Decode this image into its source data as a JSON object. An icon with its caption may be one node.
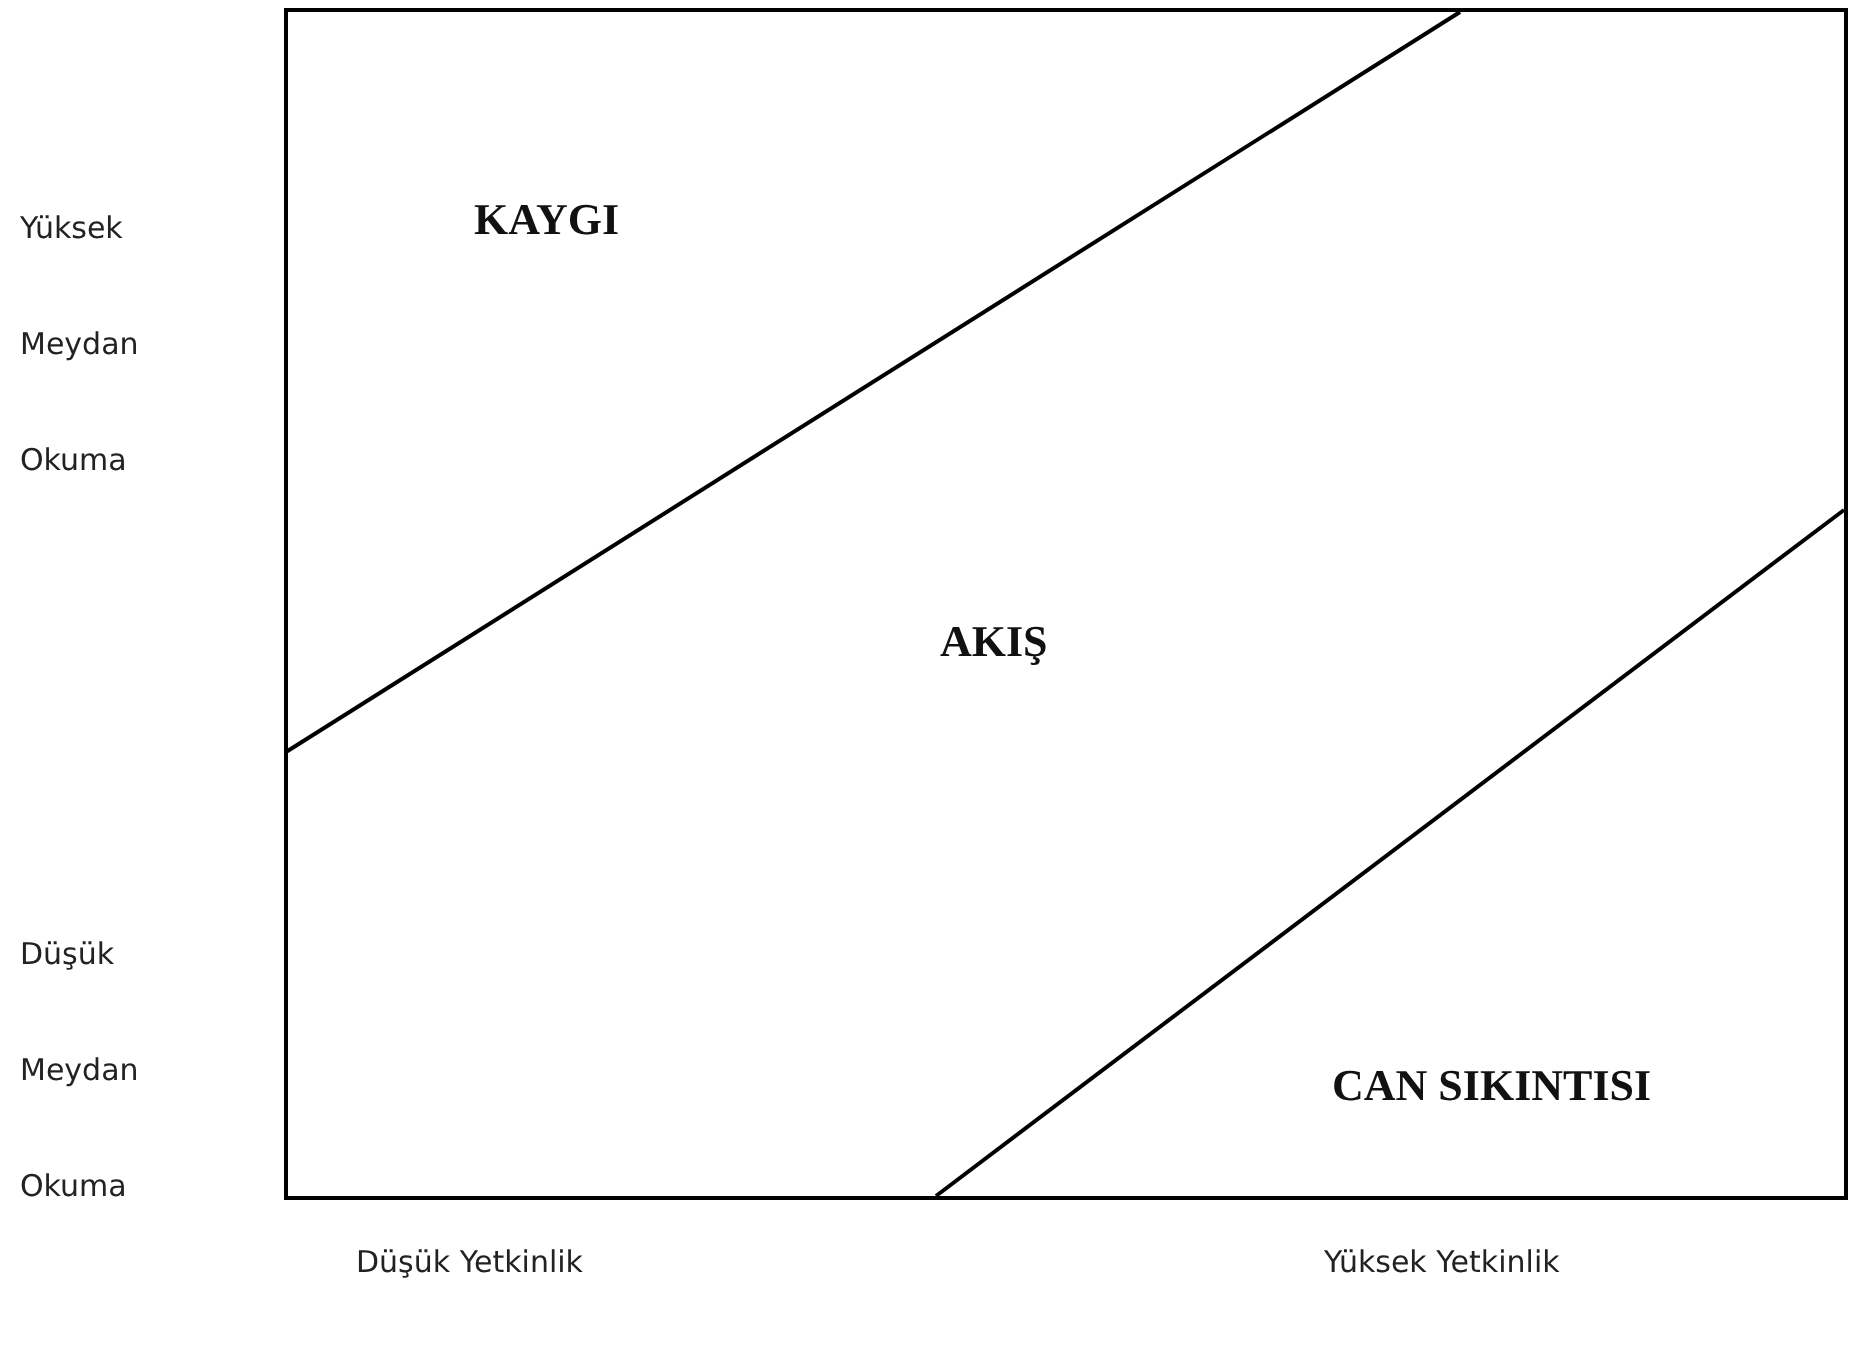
{
  "diagram": {
    "labels": [
      "Yüksek Meydan Okuma",
      "KAYGI",
      "AKIŞ",
      "Düşük Meydan Okuma",
      "CAN SIKINTISI",
      "Düşük Yetkinlik",
      "Yüksek Yetkinlik"
    ]
  }
}
